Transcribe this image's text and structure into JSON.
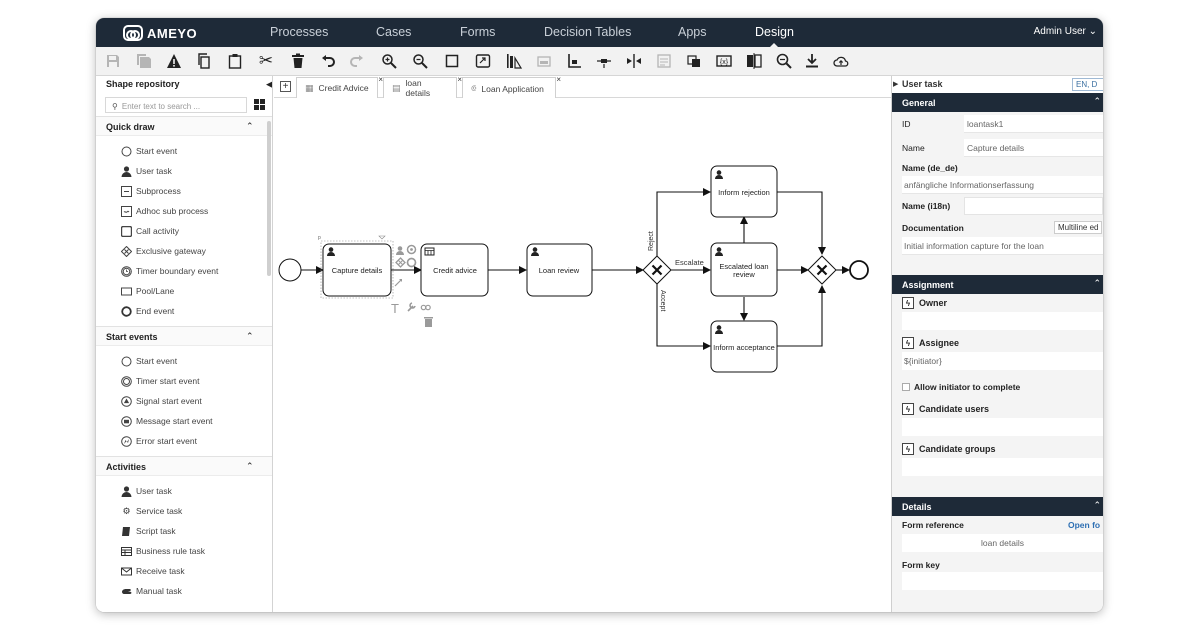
{
  "brand": {
    "name": "AMEYO"
  },
  "nav": {
    "items": [
      "Processes",
      "Cases",
      "Forms",
      "Decision Tables",
      "Apps",
      "Design"
    ],
    "active": "Design",
    "user": "Admin User ⌄"
  },
  "toolbar": {
    "icons": [
      "save-icon",
      "save-as-icon",
      "warning-icon",
      "copy-icon",
      "paste-icon",
      "cut-icon",
      "delete-icon",
      "undo-icon",
      "redo-icon",
      "zoom-in-icon",
      "zoom-out-icon",
      "zoom-actual-icon",
      "zoom-fit-icon",
      "align-vertical-icon",
      "align-horizontal-icon",
      "align-bottom-icon",
      "align-middle-icon",
      "same-size-icon",
      "comment-icon",
      "translate-icon",
      "variables-icon",
      "compare-icon",
      "search-icon",
      "download-icon",
      "upload-cloud-icon"
    ]
  },
  "left_panel": {
    "title": "Shape repository",
    "search_placeholder": "Enter text to search ...",
    "sections": [
      {
        "title": "Quick draw",
        "items": [
          {
            "label": "Start event",
            "icon": "circle-icon"
          },
          {
            "label": "User task",
            "icon": "user-icon"
          },
          {
            "label": "Subprocess",
            "icon": "subprocess-icon"
          },
          {
            "label": "Adhoc sub process",
            "icon": "adhoc-icon"
          },
          {
            "label": "Call activity",
            "icon": "call-activity-icon"
          },
          {
            "label": "Exclusive gateway",
            "icon": "gateway-icon"
          },
          {
            "label": "Timer boundary event",
            "icon": "timer-icon"
          },
          {
            "label": "Pool/Lane",
            "icon": "pool-icon"
          },
          {
            "label": "End event",
            "icon": "end-event-icon"
          }
        ]
      },
      {
        "title": "Start events",
        "items": [
          {
            "label": "Start event",
            "icon": "circle-icon"
          },
          {
            "label": "Timer start event",
            "icon": "timer-icon"
          },
          {
            "label": "Signal start event",
            "icon": "signal-icon"
          },
          {
            "label": "Message start event",
            "icon": "message-icon"
          },
          {
            "label": "Error start event",
            "icon": "error-icon"
          }
        ]
      },
      {
        "title": "Activities",
        "items": [
          {
            "label": "User task",
            "icon": "user-icon"
          },
          {
            "label": "Service task",
            "icon": "gear-icon"
          },
          {
            "label": "Script task",
            "icon": "script-icon"
          },
          {
            "label": "Business rule task",
            "icon": "table-icon"
          },
          {
            "label": "Receive task",
            "icon": "envelope-icon"
          },
          {
            "label": "Manual task",
            "icon": "hand-icon"
          }
        ]
      }
    ]
  },
  "tabs": [
    {
      "label": "Credit Advice",
      "icon": "table-icon"
    },
    {
      "label": "loan details",
      "icon": "form-icon"
    },
    {
      "label": "Loan Application",
      "icon": "process-icon",
      "active": true
    }
  ],
  "diagram": {
    "tasks": {
      "capture": "Capture details",
      "credit": "Credit advice",
      "review": "Loan review",
      "rejection": "Inform rejection",
      "escalated_l1": "Escalated loan",
      "escalated_l2": "review",
      "acceptance": "Inform acceptance"
    },
    "flows": {
      "reject": "Reject",
      "escalate": "Escalate",
      "accept": "Accept"
    }
  },
  "right_panel": {
    "header": "User task",
    "lang": "EN, D",
    "general": {
      "title": "General",
      "id_label": "ID",
      "id_value": "loantask1",
      "name_label": "Name",
      "name_value": "Capture details",
      "name_de_label": "Name (de_de)",
      "name_de_value": "anfängliche Informationserfassung",
      "name_i18n_label": "Name (i18n)",
      "doc_label": "Documentation",
      "doc_button": "Multiline ed",
      "doc_value": "Initial information capture for the loan"
    },
    "assignment": {
      "title": "Assignment",
      "owner_label": "Owner",
      "assignee_label": "Assignee",
      "assignee_value": "${initiator}",
      "allow_label": "Allow initiator to complete",
      "cand_users_label": "Candidate users",
      "cand_groups_label": "Candidate groups"
    },
    "details": {
      "title": "Details",
      "form_ref_label": "Form reference",
      "form_ref_link": "Open fo",
      "form_ref_value": "loan details",
      "form_key_label": "Form key"
    }
  },
  "colors": {
    "nav_bg": "#1e2a38",
    "section_bg": "#1e2a38",
    "link": "#2d6fb3"
  }
}
